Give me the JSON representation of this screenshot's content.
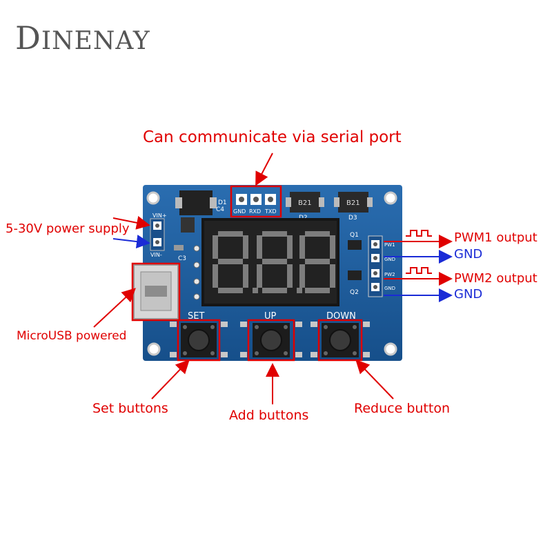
{
  "brand": {
    "initial": "D",
    "rest": "INENAY"
  },
  "callouts": {
    "serial": "Can communicate via serial port",
    "power": "5-30V power supply",
    "usb": "MicroUSB powered",
    "pwm1": "PWM1 output",
    "gnd1": "GND",
    "pwm2": "PWM2 output",
    "gnd2": "GND",
    "set": "Set buttons",
    "add": "Add buttons",
    "reduce": "Reduce button"
  },
  "board": {
    "serial_pins": [
      "GND",
      "RXD",
      "TXD"
    ],
    "vin_plus": "VIN+",
    "vin_minus": "VIN-",
    "d1": "D1",
    "c4": "C4",
    "c3": "C3",
    "d2": "D2",
    "d3": "D3",
    "d2_code": "B21",
    "d3_code": "B21",
    "q1": "Q1",
    "q2": "Q2",
    "out_pins": [
      "PW1",
      "GND",
      "PW2",
      "GND"
    ],
    "buttons": [
      "SET",
      "UP",
      "DOWN"
    ],
    "display_digits": [
      "8.",
      "8.",
      "8."
    ]
  },
  "colors": {
    "pcb": "#1d5c9e",
    "callout_red": "#e00000",
    "callout_blue": "#1a2bd6"
  }
}
